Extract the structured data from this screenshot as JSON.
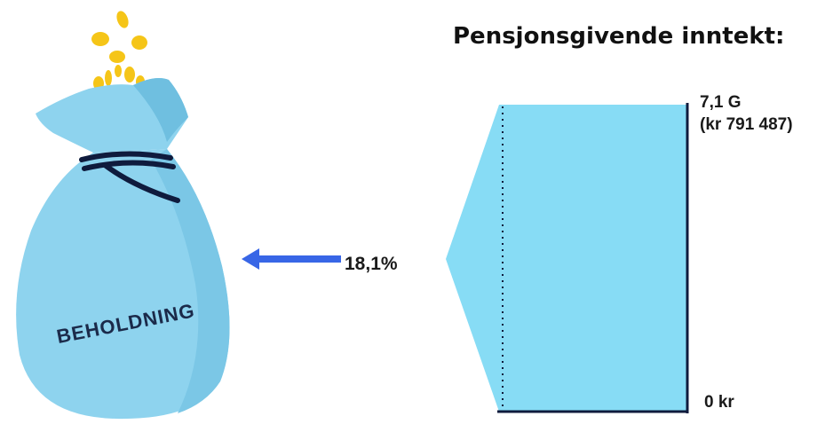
{
  "title": "Pensjonsgivende inntekt:",
  "top_label": {
    "line1": "7,1 G",
    "line2": "(kr 791 487)"
  },
  "bottom_label": "0 kr",
  "percentage_label": "18,1%",
  "bag": {
    "label": "BEHOLDNING",
    "icon": "money-bag-icon"
  },
  "arrow": {
    "icon": "arrow-left-icon"
  },
  "colors": {
    "income_fill": "#87dcf5",
    "bag_fill": "#8ed3ee",
    "bag_shadow": "#6fbfe0",
    "arrow": "#3866e6",
    "axis": "#0f1b3d",
    "coins": "#f5c518",
    "rope": "#0f1b3d"
  }
}
